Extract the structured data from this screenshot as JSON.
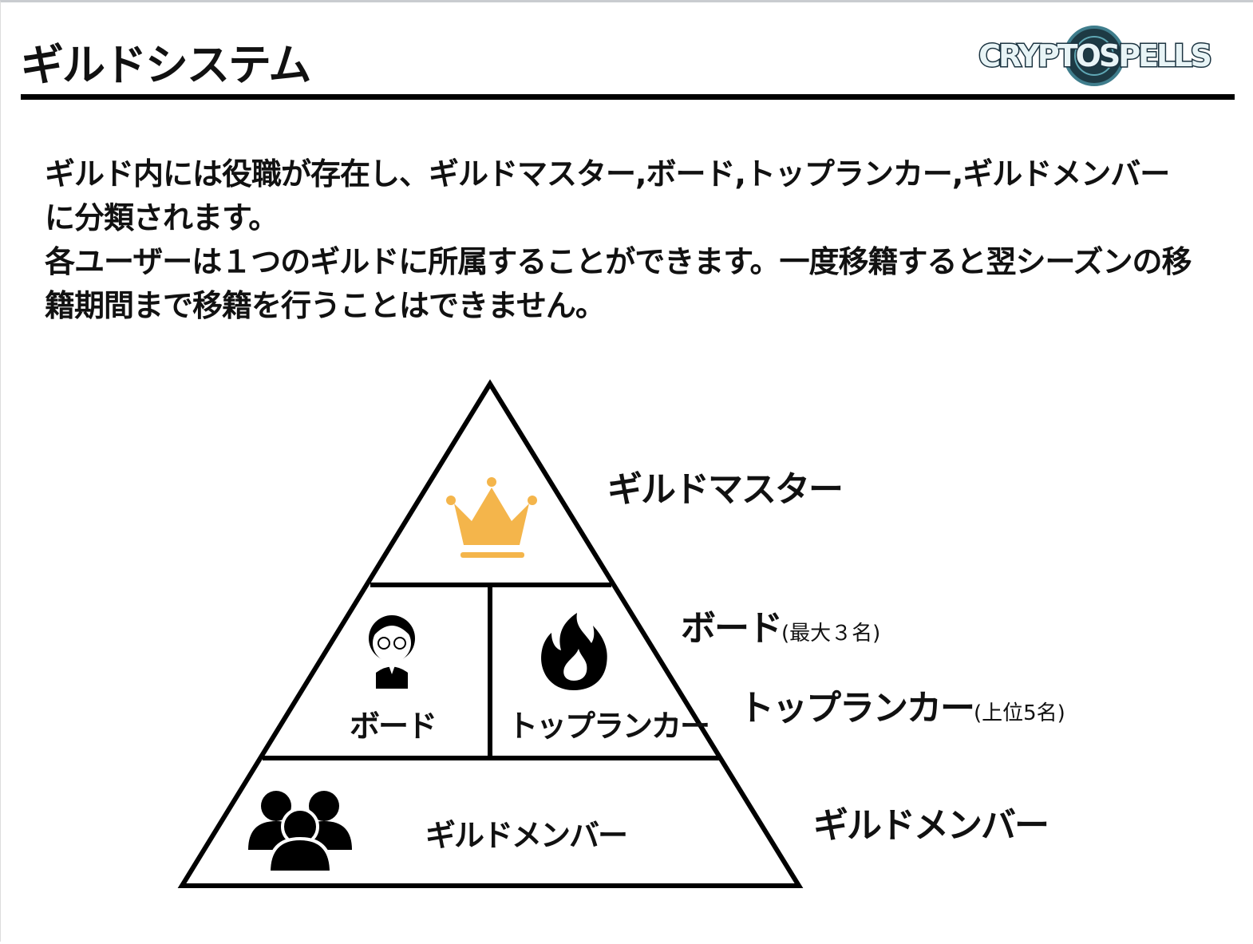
{
  "header": {
    "title": "ギルドシステム",
    "logo_text": "CRYPTOSPELLS"
  },
  "description": {
    "line1": "ギルド内には役職が存在し、ギルドマスター,ボード,トップランカー,ギルドメンバーに分類されます。",
    "line2": "各ユーザーは１つのギルドに所属することができます。一度移籍すると翌シーズンの移籍期間まで移籍を行うことはできません。"
  },
  "pyramid": {
    "inner_labels": {
      "board": "ボード",
      "top_ranker": "トップランカー",
      "member": "ギルドメンバー"
    },
    "side_labels": {
      "master": "ギルドマスター",
      "board": "ボード",
      "board_note": "(最大３名)",
      "top_ranker": "トップランカー",
      "top_ranker_note": "(上位5名)",
      "member": "ギルドメンバー"
    },
    "colors": {
      "crown": "#F4B54B",
      "line": "#000000"
    }
  }
}
